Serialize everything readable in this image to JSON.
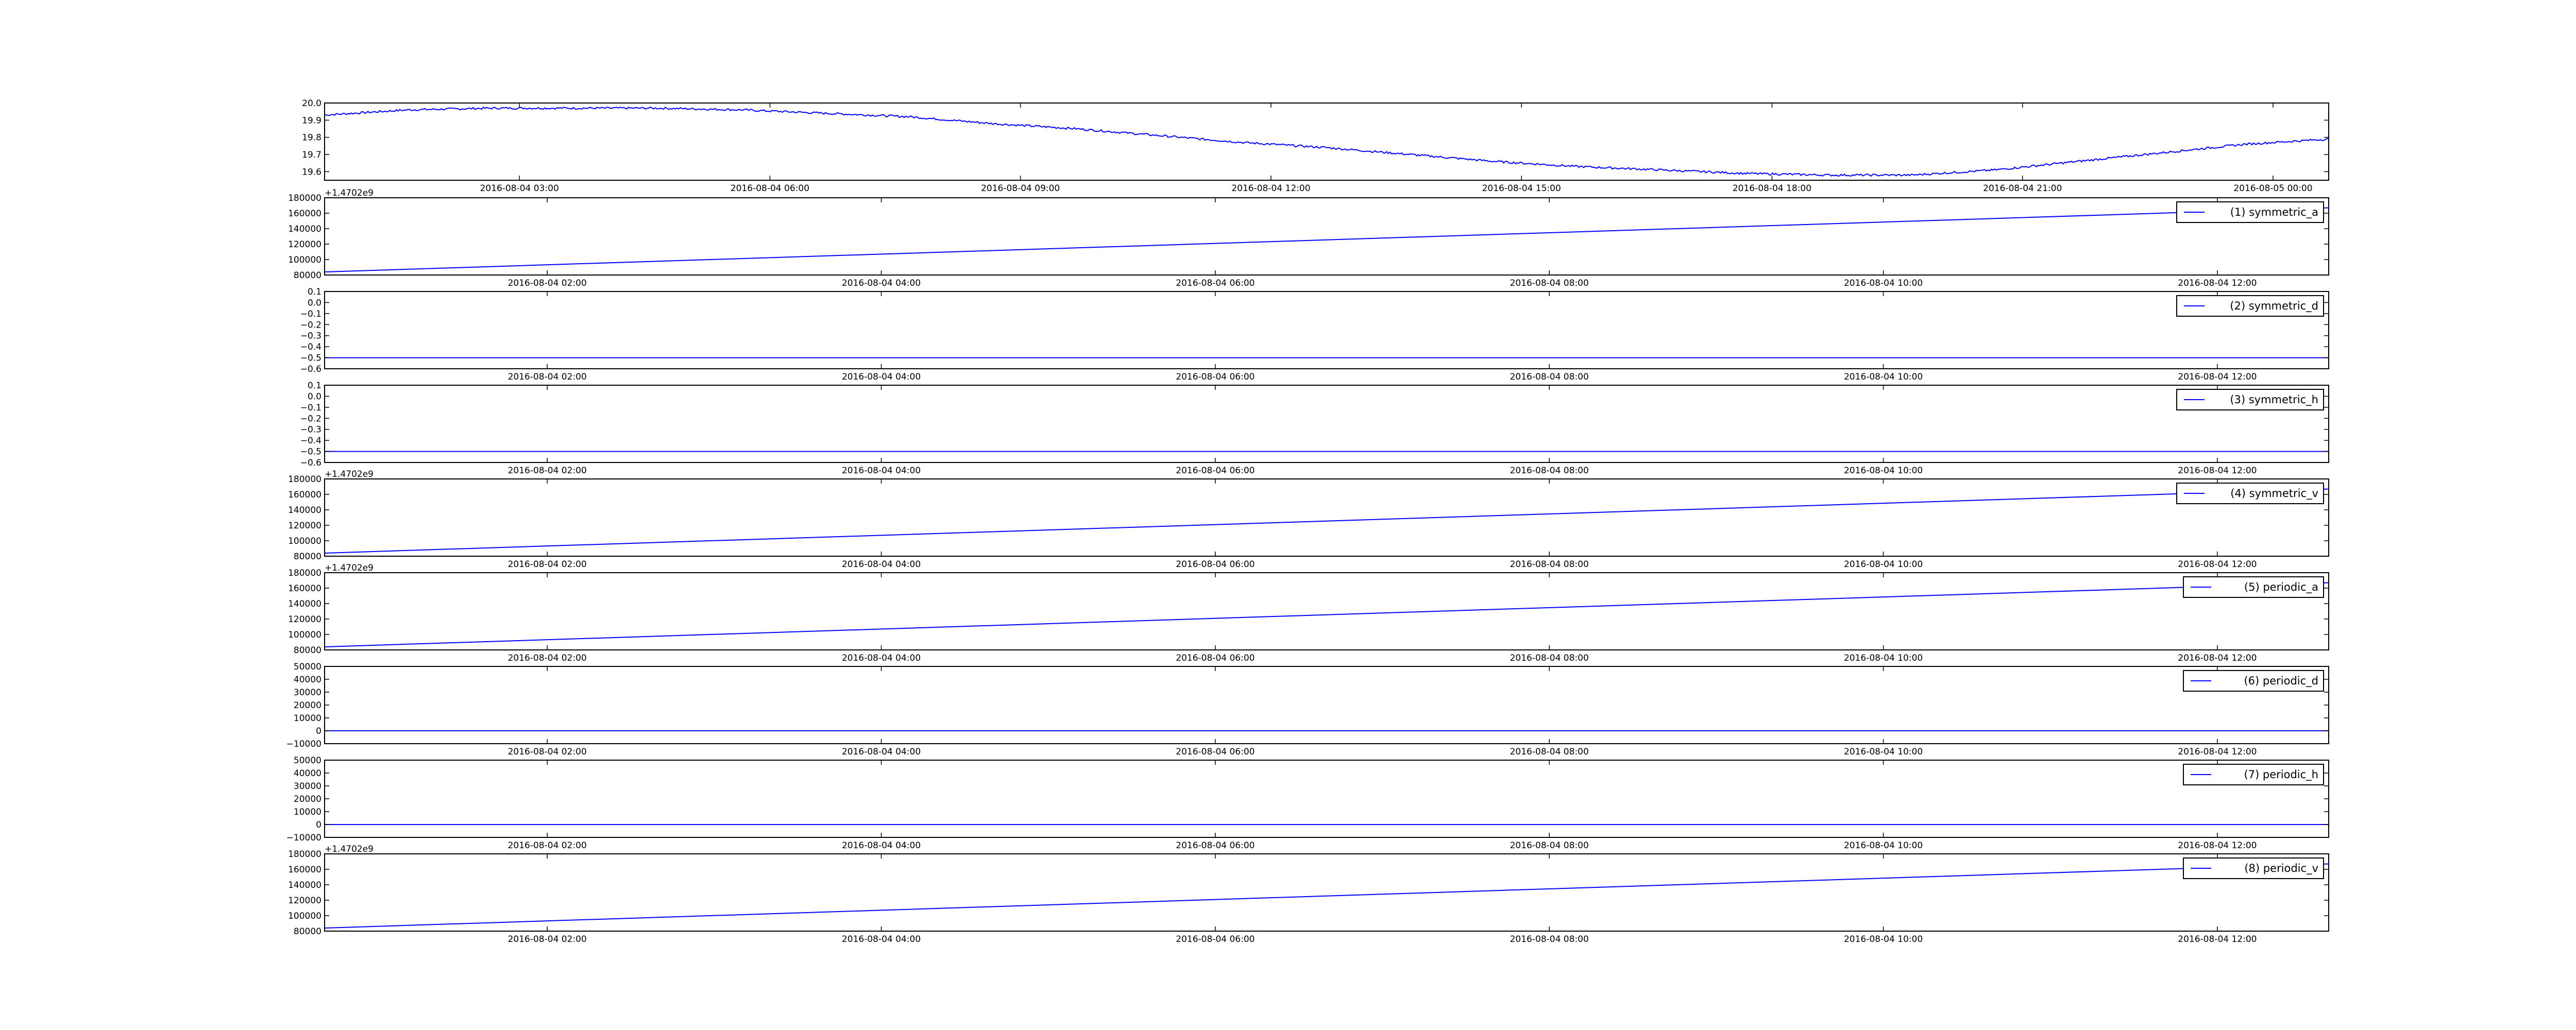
{
  "colors": {
    "series": "#0000ff",
    "frame": "#000000",
    "background": "#ffffff"
  },
  "chart_data": [
    {
      "type": "line",
      "title": "",
      "xlabel": "",
      "ylabel": "",
      "legend": null,
      "legend_placement": "none",
      "grid": false,
      "x_offset_label": "",
      "xlim": [
        "2016-08-04 00:40",
        "2016-08-05 00:40"
      ],
      "ylim": [
        19.55,
        20.0
      ],
      "yticks": [
        "19.6",
        "19.7",
        "19.8",
        "19.9",
        "20.0"
      ],
      "xticks": [
        "2016-08-04 03:00",
        "2016-08-04 06:00",
        "2016-08-04 09:00",
        "2016-08-04 12:00",
        "2016-08-04 15:00",
        "2016-08-04 18:00",
        "2016-08-04 21:00",
        "2016-08-05 00:00"
      ],
      "x": [
        "2016-08-04 00:40",
        "2016-08-04 01:40",
        "2016-08-04 02:40",
        "2016-08-04 03:40",
        "2016-08-04 04:40",
        "2016-08-04 05:40",
        "2016-08-04 06:40",
        "2016-08-04 07:40",
        "2016-08-04 08:40",
        "2016-08-04 09:40",
        "2016-08-04 10:40",
        "2016-08-04 11:40",
        "2016-08-04 12:40",
        "2016-08-04 13:40",
        "2016-08-04 14:40",
        "2016-08-04 15:40",
        "2016-08-04 16:40",
        "2016-08-04 17:40",
        "2016-08-04 18:40",
        "2016-08-04 19:40",
        "2016-08-04 20:40",
        "2016-08-04 21:40",
        "2016-08-04 22:40",
        "2016-08-04 23:40",
        "2016-08-05 00:40"
      ],
      "values": [
        19.93,
        19.96,
        19.97,
        19.97,
        19.97,
        19.96,
        19.94,
        19.92,
        19.88,
        19.85,
        19.81,
        19.77,
        19.74,
        19.7,
        19.66,
        19.63,
        19.61,
        19.59,
        19.58,
        19.58,
        19.61,
        19.66,
        19.71,
        19.76,
        19.79
      ]
    },
    {
      "type": "line",
      "title": "",
      "xlabel": "",
      "ylabel": "",
      "legend": "(1) symmetric_a",
      "legend_placement": "top-right",
      "grid": false,
      "x_offset_label": "+1.4702e9",
      "xlim": [
        "2016-08-04 00:40",
        "2016-08-04 12:40"
      ],
      "ylim": [
        80000,
        180000
      ],
      "yticks": [
        "80000",
        "100000",
        "120000",
        "140000",
        "160000",
        "180000"
      ],
      "xticks": [
        "2016-08-04 02:00",
        "2016-08-04 04:00",
        "2016-08-04 06:00",
        "2016-08-04 08:00",
        "2016-08-04 10:00",
        "2016-08-04 12:00"
      ],
      "x": [
        "2016-08-04 00:40",
        "2016-08-04 12:40"
      ],
      "values": [
        84000,
        167000
      ]
    },
    {
      "type": "line",
      "title": "",
      "xlabel": "",
      "ylabel": "",
      "legend": "(2) symmetric_d",
      "legend_placement": "top-right",
      "grid": false,
      "x_offset_label": "",
      "xlim": [
        "2016-08-04 00:40",
        "2016-08-04 12:40"
      ],
      "ylim": [
        -0.6,
        0.1
      ],
      "yticks": [
        "−0.6",
        "−0.5",
        "−0.4",
        "−0.3",
        "−0.2",
        "−0.1",
        "0.0",
        "0.1"
      ],
      "xticks": [
        "2016-08-04 02:00",
        "2016-08-04 04:00",
        "2016-08-04 06:00",
        "2016-08-04 08:00",
        "2016-08-04 10:00",
        "2016-08-04 12:00"
      ],
      "x": [
        "2016-08-04 00:40",
        "2016-08-04 12:40"
      ],
      "values": [
        -0.5,
        -0.5
      ]
    },
    {
      "type": "line",
      "title": "",
      "xlabel": "",
      "ylabel": "",
      "legend": "(3) symmetric_h",
      "legend_placement": "top-right",
      "grid": false,
      "x_offset_label": "",
      "xlim": [
        "2016-08-04 00:40",
        "2016-08-04 12:40"
      ],
      "ylim": [
        -0.6,
        0.1
      ],
      "yticks": [
        "−0.6",
        "−0.5",
        "−0.4",
        "−0.3",
        "−0.2",
        "−0.1",
        "0.0",
        "0.1"
      ],
      "xticks": [
        "2016-08-04 02:00",
        "2016-08-04 04:00",
        "2016-08-04 06:00",
        "2016-08-04 08:00",
        "2016-08-04 10:00",
        "2016-08-04 12:00"
      ],
      "x": [
        "2016-08-04 00:40",
        "2016-08-04 12:40"
      ],
      "values": [
        -0.5,
        -0.5
      ]
    },
    {
      "type": "line",
      "title": "",
      "xlabel": "",
      "ylabel": "",
      "legend": "(4) symmetric_v",
      "legend_placement": "top-right",
      "grid": false,
      "x_offset_label": "+1.4702e9",
      "xlim": [
        "2016-08-04 00:40",
        "2016-08-04 12:40"
      ],
      "ylim": [
        80000,
        180000
      ],
      "yticks": [
        "80000",
        "100000",
        "120000",
        "140000",
        "160000",
        "180000"
      ],
      "xticks": [
        "2016-08-04 02:00",
        "2016-08-04 04:00",
        "2016-08-04 06:00",
        "2016-08-04 08:00",
        "2016-08-04 10:00",
        "2016-08-04 12:00"
      ],
      "x": [
        "2016-08-04 00:40",
        "2016-08-04 12:40"
      ],
      "values": [
        84000,
        167000
      ]
    },
    {
      "type": "line",
      "title": "",
      "xlabel": "",
      "ylabel": "",
      "legend": "(5) periodic_a",
      "legend_placement": "top-right",
      "grid": false,
      "x_offset_label": "+1.4702e9",
      "xlim": [
        "2016-08-04 00:40",
        "2016-08-04 12:40"
      ],
      "ylim": [
        80000,
        180000
      ],
      "yticks": [
        "80000",
        "100000",
        "120000",
        "140000",
        "160000",
        "180000"
      ],
      "xticks": [
        "2016-08-04 02:00",
        "2016-08-04 04:00",
        "2016-08-04 06:00",
        "2016-08-04 08:00",
        "2016-08-04 10:00",
        "2016-08-04 12:00"
      ],
      "x": [
        "2016-08-04 00:40",
        "2016-08-04 12:40"
      ],
      "values": [
        84000,
        167000
      ]
    },
    {
      "type": "line",
      "title": "",
      "xlabel": "",
      "ylabel": "",
      "legend": "(6) periodic_d",
      "legend_placement": "top-right",
      "grid": false,
      "x_offset_label": "",
      "xlim": [
        "2016-08-04 00:40",
        "2016-08-04 12:40"
      ],
      "ylim": [
        -10000,
        50000
      ],
      "yticks": [
        "−10000",
        "0",
        "10000",
        "20000",
        "30000",
        "40000",
        "50000"
      ],
      "xticks": [
        "2016-08-04 02:00",
        "2016-08-04 04:00",
        "2016-08-04 06:00",
        "2016-08-04 08:00",
        "2016-08-04 10:00",
        "2016-08-04 12:00"
      ],
      "x": [
        "2016-08-04 00:40",
        "2016-08-04 12:40"
      ],
      "values": [
        0,
        0
      ]
    },
    {
      "type": "line",
      "title": "",
      "xlabel": "",
      "ylabel": "",
      "legend": "(7) periodic_h",
      "legend_placement": "top-right",
      "grid": false,
      "x_offset_label": "",
      "xlim": [
        "2016-08-04 00:40",
        "2016-08-04 12:40"
      ],
      "ylim": [
        -10000,
        50000
      ],
      "yticks": [
        "−10000",
        "0",
        "10000",
        "20000",
        "30000",
        "40000",
        "50000"
      ],
      "xticks": [
        "2016-08-04 02:00",
        "2016-08-04 04:00",
        "2016-08-04 06:00",
        "2016-08-04 08:00",
        "2016-08-04 10:00",
        "2016-08-04 12:00"
      ],
      "x": [
        "2016-08-04 00:40",
        "2016-08-04 12:40"
      ],
      "values": [
        0,
        0
      ]
    },
    {
      "type": "line",
      "title": "",
      "xlabel": "",
      "ylabel": "",
      "legend": "(8) periodic_v",
      "legend_placement": "top-right",
      "grid": false,
      "x_offset_label": "+1.4702e9",
      "xlim": [
        "2016-08-04 00:40",
        "2016-08-04 12:40"
      ],
      "ylim": [
        80000,
        180000
      ],
      "yticks": [
        "80000",
        "100000",
        "120000",
        "140000",
        "160000",
        "180000"
      ],
      "xticks": [
        "2016-08-04 02:00",
        "2016-08-04 04:00",
        "2016-08-04 06:00",
        "2016-08-04 08:00",
        "2016-08-04 10:00",
        "2016-08-04 12:00"
      ],
      "x": [
        "2016-08-04 00:40",
        "2016-08-04 12:40"
      ],
      "values": [
        84000,
        167000
      ]
    }
  ]
}
